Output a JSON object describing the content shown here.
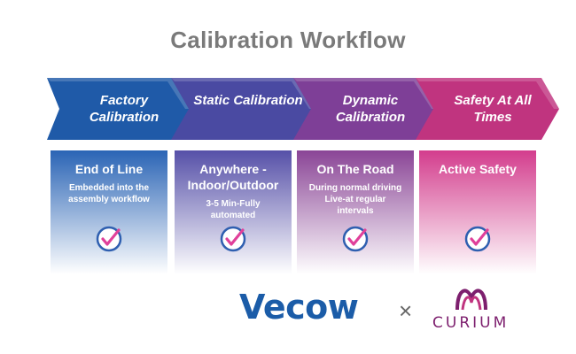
{
  "title": "Calibration Workflow",
  "stages": [
    {
      "label": "Factory Calibration",
      "heading": "End of Line",
      "description": "Embedded into the assembly workflow",
      "color_dark": "#1f5aa8",
      "color_light": "#3a78c6"
    },
    {
      "label": "Static Calibration",
      "heading": "Anywhere - Indoor/Outdoor",
      "description": "3-5 Min-Fully automated",
      "color_dark": "#4a4aa2",
      "color_light": "#6d5fb5"
    },
    {
      "label": "Dynamic Calibration",
      "heading": "On The Road",
      "description": "During normal driving Live-at regular intervals",
      "color_dark": "#7e3f97",
      "color_light": "#9a54a8"
    },
    {
      "label": "Safety At All Times",
      "heading": "Active Safety",
      "description": "",
      "color_dark": "#c0347f",
      "color_light": "#e35a9d"
    }
  ],
  "logos": {
    "left": "Vecow",
    "separator": "×",
    "right": "CURIUM"
  },
  "colors": {
    "check_ring": "#2f5fb0",
    "check_tick": "#e0409a",
    "title": "#7a7a7a"
  }
}
